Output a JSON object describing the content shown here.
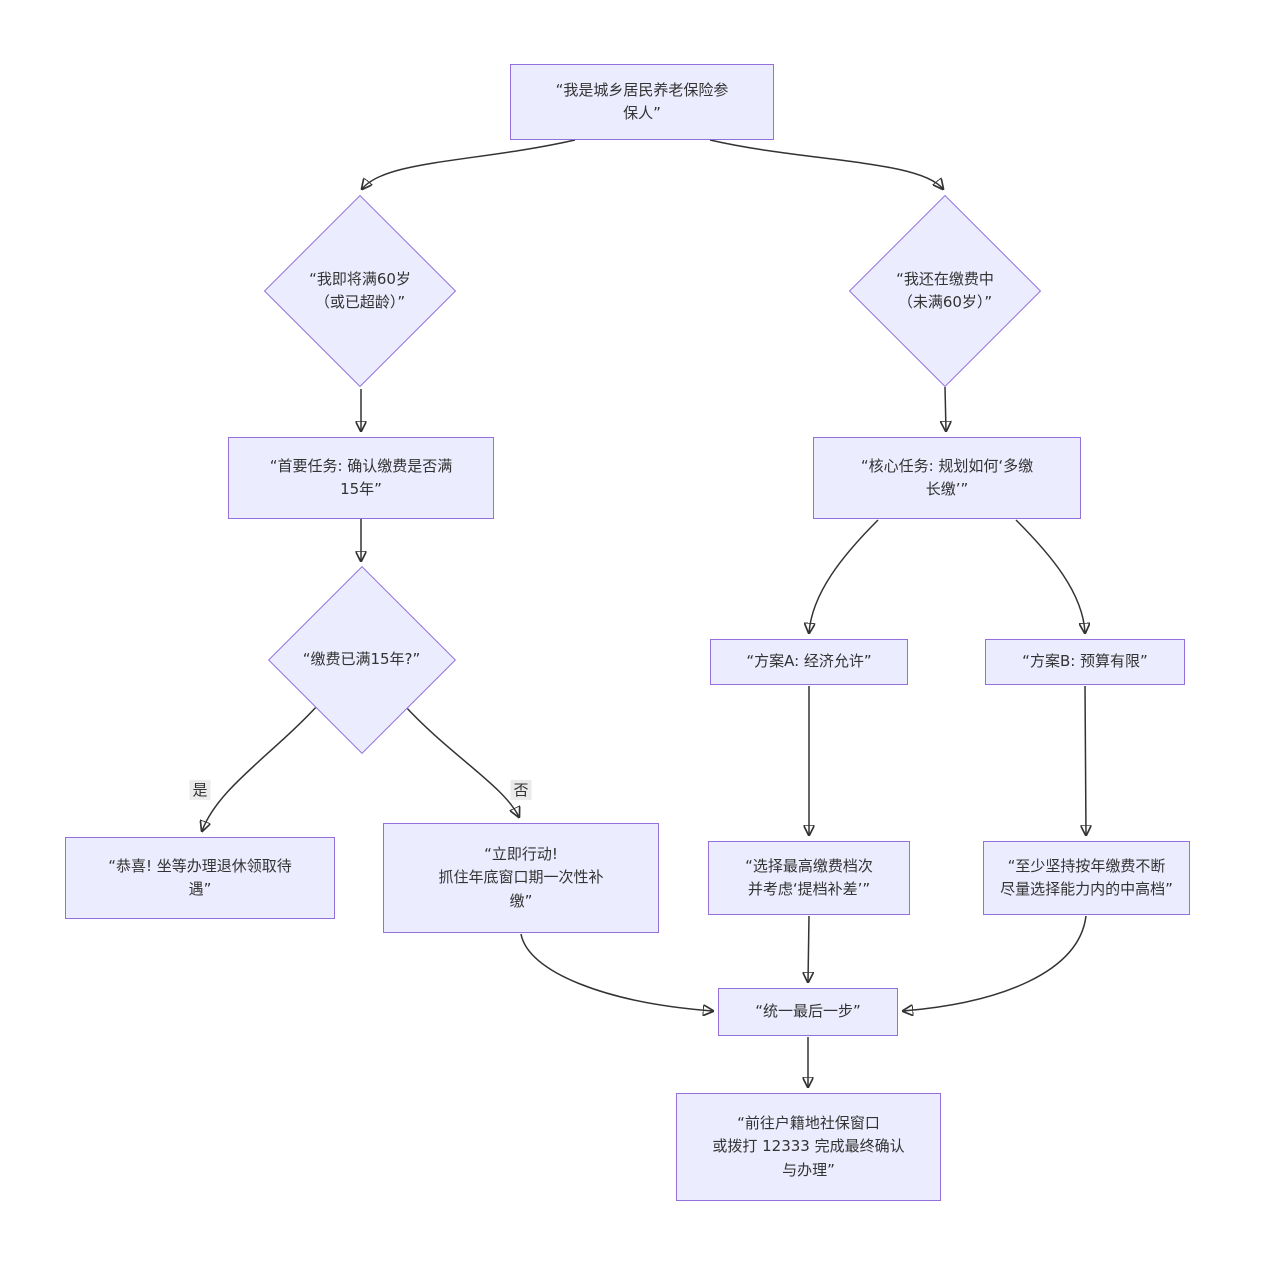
{
  "diagram": {
    "type": "flowchart",
    "topic": "城乡居民养老保险参保决策流程",
    "colors": {
      "node_fill": "#ECECFF",
      "node_border": "#9370DB",
      "edge": "#333333",
      "edge_label_bg": "#e8e8e8",
      "text": "#333333",
      "background": "#ffffff"
    },
    "nodes": {
      "root": {
        "shape": "rect",
        "label": "“我是城乡居民养老保险参\n保人”"
      },
      "left_decision": {
        "shape": "diamond",
        "label": "“我即将满60岁\n（或已超龄）”"
      },
      "right_decision": {
        "shape": "diamond",
        "label": "“我还在缴费中\n（未满60岁）”"
      },
      "primary_task": {
        "shape": "rect",
        "label": "“首要任务: 确认缴费是否满\n15年”"
      },
      "core_task": {
        "shape": "rect",
        "label": "“核心任务: 规划如何‘多缴\n长缴’”"
      },
      "q15": {
        "shape": "diamond",
        "label": "“缴费已满15年?”"
      },
      "congrats": {
        "shape": "rect",
        "label": "“恭喜! 坐等办理退休领取待\n遇”"
      },
      "act_now": {
        "shape": "rect",
        "label": "“立即行动!\n抓住年底窗口期一次性补\n缴”"
      },
      "plan_a": {
        "shape": "rect",
        "label": "“方案A: 经济允许”"
      },
      "plan_b": {
        "shape": "rect",
        "label": "“方案B: 预算有限”"
      },
      "max_tier": {
        "shape": "rect",
        "label": "“选择最高缴费档次\n并考虑‘提档补差’”"
      },
      "keep_paying": {
        "shape": "rect",
        "label": "“至少坚持按年缴费不断\n尽量选择能力内的中高档”"
      },
      "final_step": {
        "shape": "rect",
        "label": "“统一最后一步”"
      },
      "final_action": {
        "shape": "rect",
        "label": "“前往户籍地社保窗口\n或拨打 12333 完成最终确认\n与办理”"
      }
    },
    "edge_labels": {
      "yes": "是",
      "no": "否"
    },
    "edges": [
      {
        "from": "root",
        "to": "left_decision",
        "label": ""
      },
      {
        "from": "root",
        "to": "right_decision",
        "label": ""
      },
      {
        "from": "left_decision",
        "to": "primary_task",
        "label": ""
      },
      {
        "from": "right_decision",
        "to": "core_task",
        "label": ""
      },
      {
        "from": "primary_task",
        "to": "q15",
        "label": ""
      },
      {
        "from": "q15",
        "to": "congrats",
        "label": "是"
      },
      {
        "from": "q15",
        "to": "act_now",
        "label": "否"
      },
      {
        "from": "core_task",
        "to": "plan_a",
        "label": ""
      },
      {
        "from": "core_task",
        "to": "plan_b",
        "label": ""
      },
      {
        "from": "plan_a",
        "to": "max_tier",
        "label": ""
      },
      {
        "from": "plan_b",
        "to": "keep_paying",
        "label": ""
      },
      {
        "from": "act_now",
        "to": "final_step",
        "label": ""
      },
      {
        "from": "max_tier",
        "to": "final_step",
        "label": ""
      },
      {
        "from": "keep_paying",
        "to": "final_step",
        "label": ""
      },
      {
        "from": "final_step",
        "to": "final_action",
        "label": ""
      }
    ]
  }
}
